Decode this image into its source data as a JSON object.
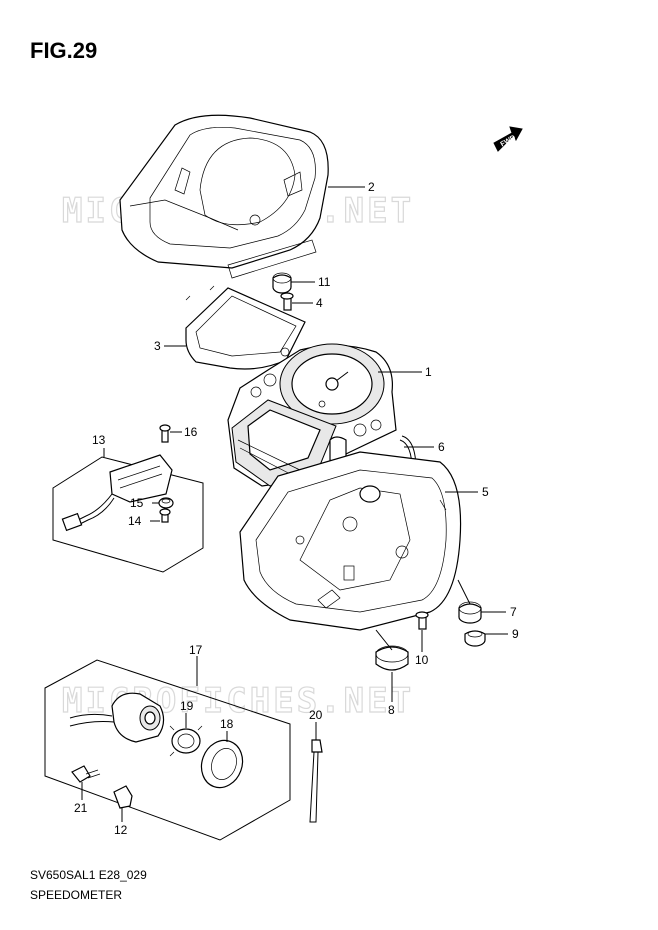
{
  "figure": {
    "title": "FIG.29",
    "code": "SV650SAL1 E28_029",
    "name": "SPEEDOMETER",
    "watermark": "MICROFICHES.NET",
    "direction_label": "FWD"
  },
  "callouts": [
    {
      "id": "p1",
      "label": "1"
    },
    {
      "id": "p2",
      "label": "2"
    },
    {
      "id": "p3",
      "label": "3"
    },
    {
      "id": "p4",
      "label": "4"
    },
    {
      "id": "p5",
      "label": "5"
    },
    {
      "id": "p6",
      "label": "6"
    },
    {
      "id": "p7",
      "label": "7"
    },
    {
      "id": "p8",
      "label": "8"
    },
    {
      "id": "p9",
      "label": "9"
    },
    {
      "id": "p10",
      "label": "10"
    },
    {
      "id": "p11",
      "label": "11"
    },
    {
      "id": "p12",
      "label": "12"
    },
    {
      "id": "p13",
      "label": "13"
    },
    {
      "id": "p14",
      "label": "14"
    },
    {
      "id": "p15",
      "label": "15"
    },
    {
      "id": "p16",
      "label": "16"
    },
    {
      "id": "p17",
      "label": "17"
    },
    {
      "id": "p18",
      "label": "18"
    },
    {
      "id": "p19",
      "label": "19"
    },
    {
      "id": "p20",
      "label": "20"
    },
    {
      "id": "p21",
      "label": "21"
    }
  ]
}
